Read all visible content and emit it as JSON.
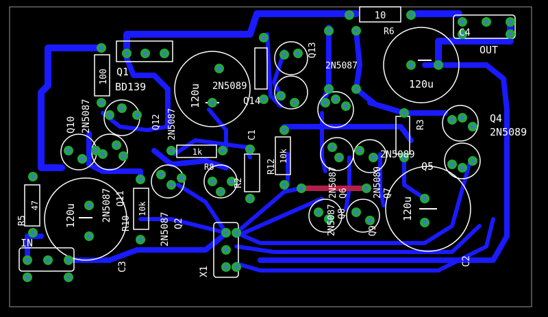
{
  "colors": {
    "background": "#000000",
    "trace": "#1a1aff",
    "silkscreen": "#ffffff",
    "pad": "#1faa3a",
    "drill": "#4a6fd0",
    "board_outline": "#9a9a9a",
    "jumper": "#b0204a"
  },
  "labels": {
    "r6_value": "10",
    "r6": "R6",
    "c4": "C4",
    "out": "OUT",
    "q1": "Q1",
    "q1_part": "BD139",
    "r_top": "100",
    "q10": "Q10",
    "q10_part": "2N5087",
    "q13": "Q13",
    "q13_part": "2N5087",
    "q12": "Q12",
    "q12_part": "2N5087",
    "c_mid_value": "120u",
    "q14": "Q14",
    "q14_part": "2N5089",
    "c1": "C1",
    "r1k": "1k",
    "r8": "R8",
    "r2": "R2",
    "r12": "R12",
    "r12_value": "10k",
    "c2_value": "120u",
    "c2": "C2",
    "r3": "R3",
    "q4": "Q4",
    "q4_part": "2N5089",
    "q5": "Q5",
    "q6": "Q6",
    "q6_part": "2N5087",
    "q7": "Q7",
    "q7_part": "2N5089",
    "q8": "Q8",
    "q8_part": "2N5087",
    "q9": "Q9",
    "q9_part": "2N5089",
    "r5": "R5",
    "r5_value": "47",
    "in": "IN",
    "c3_value": "120u",
    "c3": "C3",
    "q11": "Q11",
    "q11_part": "2N5087",
    "r10": "R10",
    "r10_value": "10k",
    "q2": "Q2",
    "q2_part": "2N5087",
    "x1": "X1",
    "c_top_value": "120u"
  }
}
